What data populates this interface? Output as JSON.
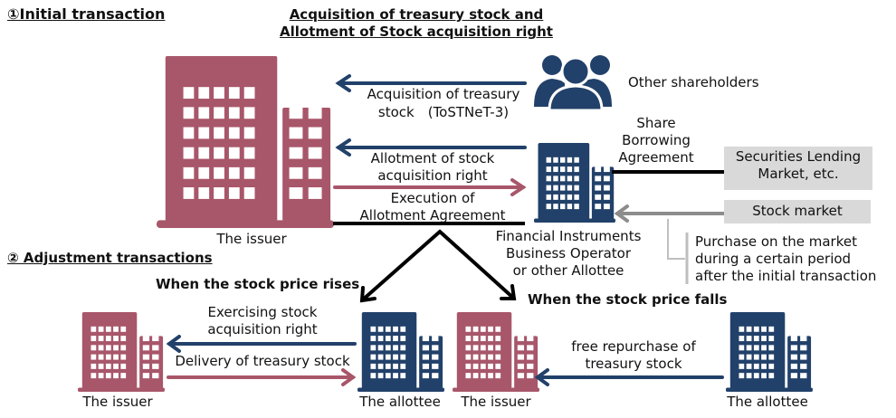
{
  "colors": {
    "issuer": "#a8566a",
    "allottee": "#22416a",
    "black": "#000000",
    "gray_arrow": "#8c8c8c",
    "gray_line": "#bfbfbf",
    "box_fill": "#d9d9d9"
  },
  "sections": {
    "initial_heading": "①Initial transaction",
    "initial_title_line1": "Acquisition of treasury stock and",
    "initial_title_line2": "Allotment of Stock acquisition right",
    "adjustment_heading": "② Adjustment transactions"
  },
  "initial": {
    "issuer_label": "The issuer",
    "shareholders_icon": "people-group-icon",
    "shareholders_label": "Other shareholders",
    "arrow_acquisition_line1": "Acquisition of treasury",
    "arrow_acquisition_line2": "stock　(ToSTNeT-3)",
    "arrow_allotment_line1": "Allotment of stock",
    "arrow_allotment_line2": "acquisition right",
    "arrow_execution_line1": "Execution of",
    "arrow_execution_line2": "Allotment Agreement",
    "operator_label_line1": "Financial Instruments",
    "operator_label_line2": "Business Operator",
    "operator_label_line3": "or other Allottee",
    "share_borrowing_line1": "Share",
    "share_borrowing_line2": "Borrowing",
    "share_borrowing_line3": "Agreement",
    "securities_lending_line1": "Securities Lending",
    "securities_lending_line2": "Market, etc.",
    "stock_market": "Stock market",
    "purchase_note_line1": "Purchase on the market",
    "purchase_note_line2": "during a certain period",
    "purchase_note_line3": "after the initial transaction"
  },
  "adjustment": {
    "rises": {
      "heading": "When the stock price rises",
      "arrow_exercise_line1": "Exercising stock",
      "arrow_exercise_line2": "acquisition right",
      "arrow_delivery": "Delivery of treasury stock",
      "issuer_label": "The issuer",
      "allottee_label": "The allottee"
    },
    "falls": {
      "heading": "When the stock price falls",
      "arrow_repurchase_line1": "free repurchase of",
      "arrow_repurchase_line2": "treasury stock",
      "issuer_label": "The issuer",
      "allottee_label": "The allottee"
    }
  }
}
